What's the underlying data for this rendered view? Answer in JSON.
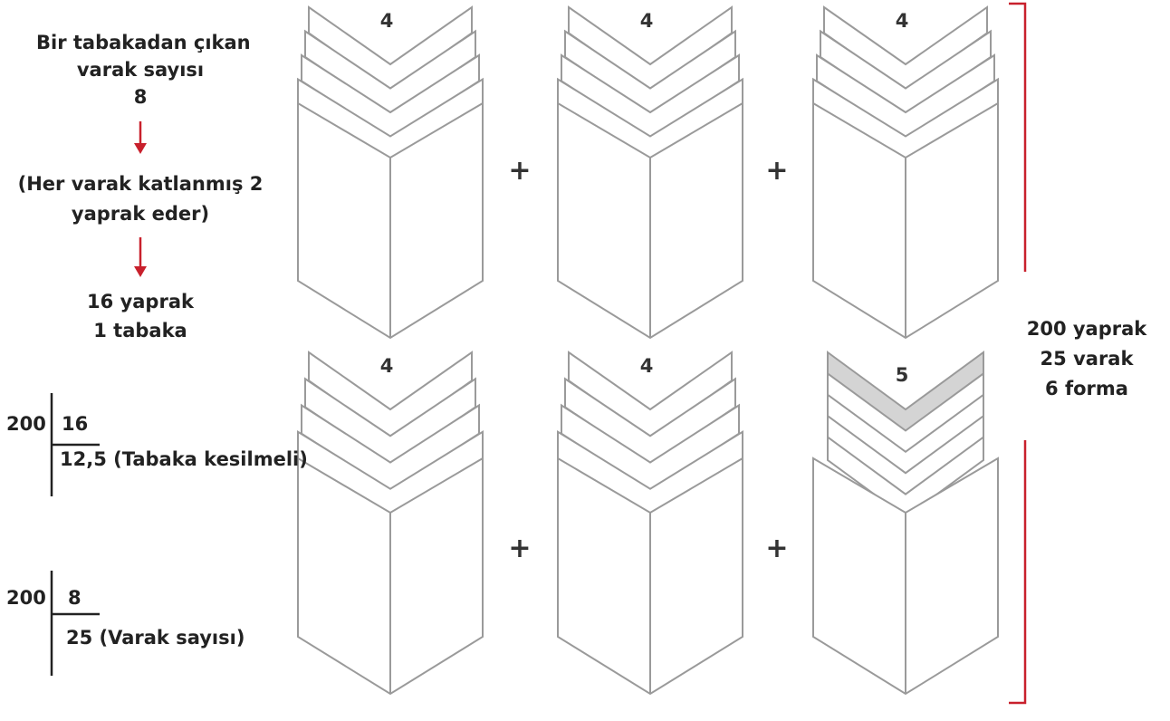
{
  "left_panel": {
    "intro_line1": "Bir tabakadan çıkan",
    "intro_line2": "varak sayısı",
    "intro_value": "8",
    "note_line1": "(Her varak katlanmış 2",
    "note_line2": "yaprak eder)",
    "result_line1": "16 yaprak",
    "result_line2": "1 tabaka"
  },
  "divisions": [
    {
      "dividend": "200",
      "divisor": "16",
      "result": "12,5 (Tabaka kesilmeli)"
    },
    {
      "dividend": "200",
      "divisor": "8",
      "result": "25 (Varak sayısı)"
    }
  ],
  "bundles": [
    {
      "count": "4",
      "highlighted": false
    },
    {
      "count": "4",
      "highlighted": false
    },
    {
      "count": "4",
      "highlighted": false
    },
    {
      "count": "4",
      "highlighted": false
    },
    {
      "count": "4",
      "highlighted": false
    },
    {
      "count": "5",
      "highlighted": true
    }
  ],
  "operator": "+",
  "summary": {
    "line1": "200 yaprak",
    "line2": "25 varak",
    "line3": "6 forma"
  },
  "colors": {
    "arrow": "#c8202c",
    "bracket": "#c8202c",
    "stroke": "#9a9a9a",
    "highlight_fill": "#d4d4d4"
  }
}
